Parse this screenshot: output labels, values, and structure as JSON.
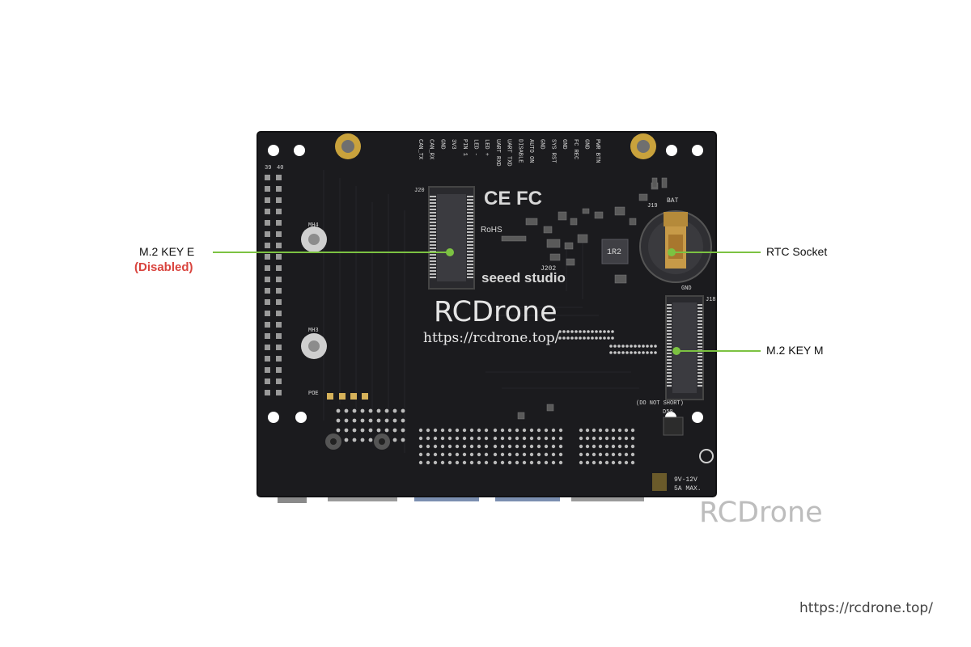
{
  "colors": {
    "pcb": "#1b1b1e",
    "pcb_edge": "#111113",
    "silk": "#d8d8d8",
    "callout_line": "#7cc242",
    "callout_dot": "#7cc242",
    "disabled": "#d9443e",
    "gold": "#c9a23c",
    "watermark": "#bdbdbd"
  },
  "callouts": {
    "m2_key_e": {
      "label": "M.2 KEY E",
      "note": "(Disabled)"
    },
    "rtc_socket": {
      "label": "RTC Socket"
    },
    "m2_key_m": {
      "label": "M.2 KEY M"
    }
  },
  "board_silkscreen": {
    "brand": "seeed studio",
    "marks": "CE FC",
    "rohs": "RoHS",
    "power": "9V-12V",
    "current": "5A MAX.",
    "warning": "(DO NOT SHORT)",
    "bat": "BAT",
    "gnd": "GND",
    "poe": "POE",
    "mh3": "MH3",
    "mh4": "MH4",
    "header_39": "39",
    "header_40": "40",
    "j202": "J202",
    "j19": "J19",
    "j18": "J18",
    "j20": "J20",
    "d50": "D50",
    "ir2": "1R2",
    "top_pins": [
      "CAN_TX",
      "CAN_RX",
      "GND",
      "3V3",
      "PIN 1",
      "LED -",
      "LED +",
      "UART RXD",
      "UART TXD",
      "DISABLE",
      "AUTO ON",
      "GND",
      "SYS RST",
      "GND",
      "FC REC",
      "GND",
      "PWR BTN"
    ]
  },
  "watermarks": {
    "center_title": "RCDrone",
    "center_url": "https://rcdrone.top/",
    "lower_title": "RCDrone",
    "corner_url": "https://rcdrone.top/"
  }
}
